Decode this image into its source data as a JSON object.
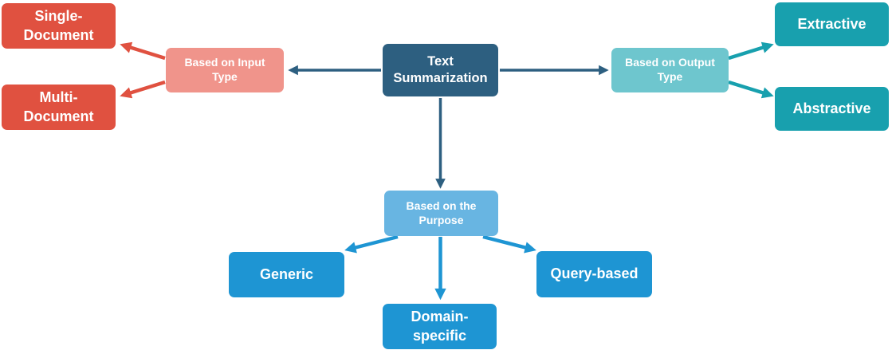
{
  "diagram_title": "Text Summarization",
  "nodes": {
    "root": {
      "label": "Text\nSummarization"
    },
    "input_type": {
      "label": "Based on Input\nType"
    },
    "single_document": {
      "label": "Single-\nDocument"
    },
    "multi_document": {
      "label": "Multi-\nDocument"
    },
    "output_type": {
      "label": "Based on Output\nType"
    },
    "extractive": {
      "label": "Extractive"
    },
    "abstractive": {
      "label": "Abstractive"
    },
    "purpose": {
      "label": "Based on the\nPurpose"
    },
    "generic": {
      "label": "Generic"
    },
    "domain_specific": {
      "label": "Domain-\nspecific"
    },
    "query_based": {
      "label": "Query-based"
    }
  },
  "edges": [
    {
      "from": "root",
      "to": "input_type"
    },
    {
      "from": "root",
      "to": "output_type"
    },
    {
      "from": "root",
      "to": "purpose"
    },
    {
      "from": "input_type",
      "to": "single_document"
    },
    {
      "from": "input_type",
      "to": "multi_document"
    },
    {
      "from": "output_type",
      "to": "extractive"
    },
    {
      "from": "output_type",
      "to": "abstractive"
    },
    {
      "from": "purpose",
      "to": "generic"
    },
    {
      "from": "purpose",
      "to": "domain_specific"
    },
    {
      "from": "purpose",
      "to": "query_based"
    }
  ],
  "colors": {
    "background": "#ffffff",
    "text": "#ffffff",
    "root": "#2d5f80",
    "connector": "#2d5f80",
    "input_category": "#f0948b",
    "input_leaf": "#e05140",
    "output_category": "#6ec6ce",
    "output_leaf": "#18a0ae",
    "purpose_category": "#68b5e2",
    "purpose_leaf": "#1e95d3"
  }
}
